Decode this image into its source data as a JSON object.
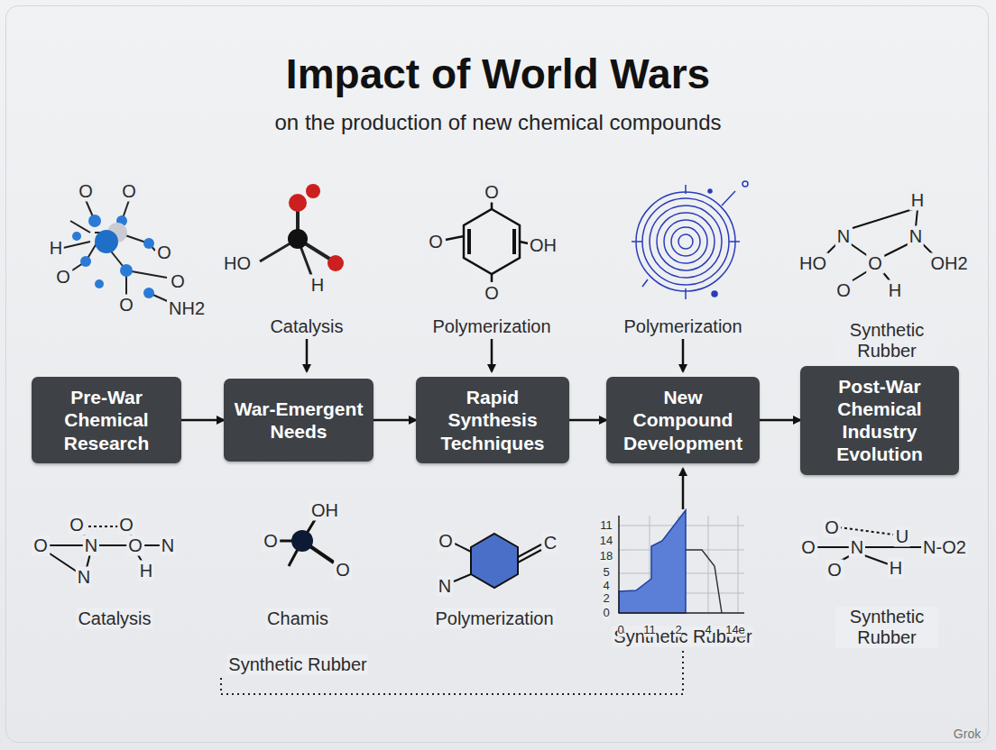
{
  "diagram": {
    "title": "Impact of World Wars",
    "caption": "on the production of new chemical compounds",
    "nodes": [
      {
        "text": [
          "Pre-War Chemical Research"
        ]
      },
      {
        "text": [
          "War-Emergent Needs"
        ]
      },
      {
        "text": [
          "Rapid Synthesis Techniques"
        ]
      },
      {
        "text": [
          "New Compound Development"
        ]
      },
      {
        "text": [
          "Post-War Chemical Industry Evolution"
        ]
      }
    ],
    "edges": [
      {
        "from": 0,
        "to": 1,
        "arrow": "to"
      },
      {
        "from": 1,
        "to": 2,
        "arrow": "to"
      },
      {
        "from": 2,
        "to": 3,
        "arrow": "to"
      },
      {
        "from": 3,
        "to": 4,
        "arrow": "to"
      }
    ],
    "labels": [
      "Catalysis",
      "Polymerization",
      "Polymerization",
      "Synthetic Rubber",
      "Catalysis",
      "Chamis",
      "Polymerization",
      "Synthetic Rubber",
      "Synthetic Rubber",
      "Synthetic Rubber",
      "11",
      "14",
      "18",
      "5",
      "4",
      "2",
      "0",
      "0",
      "11",
      "2",
      "4",
      "14e",
      "Grok",
      "O",
      "O",
      "H",
      "O",
      "O",
      "O",
      "O",
      "NH2",
      "HO",
      "H",
      "O",
      "O",
      "OH",
      "O",
      "H",
      "N",
      "N",
      "HO",
      "O",
      "OH2",
      "O",
      "H",
      "O",
      "O",
      "O",
      "N",
      "O",
      "N",
      "N",
      "H",
      "OH",
      "O",
      "O",
      "O",
      "N",
      "C",
      "O",
      "O",
      "N",
      "U",
      "N-O2",
      "H",
      "O"
    ]
  }
}
